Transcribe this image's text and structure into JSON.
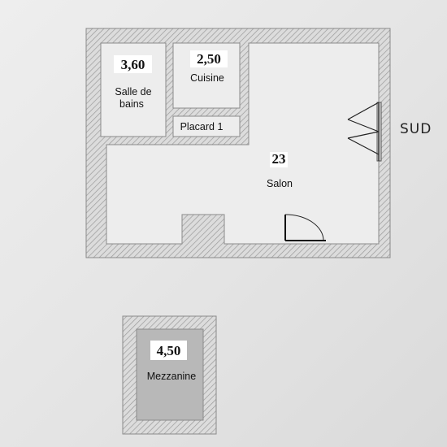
{
  "plan": {
    "compass": "SUD",
    "rooms": {
      "salle_de_bains": {
        "area": "3,60",
        "name_line1": "Salle de",
        "name_line2": "bains"
      },
      "cuisine": {
        "area": "2,50",
        "name": "Cuisine"
      },
      "placard": {
        "name": "Placard 1"
      },
      "salon": {
        "area": "23",
        "name": "Salon"
      },
      "mezzanine": {
        "area": "4,50",
        "name": "Mezzanine"
      }
    }
  },
  "colors": {
    "wall_hatch": "#9a9a9a",
    "wall_fill": "#dcdcdc",
    "room_fill": "#ededed",
    "mezzanine_fill": "#b8b8b8",
    "label_box": "#ffffff"
  }
}
